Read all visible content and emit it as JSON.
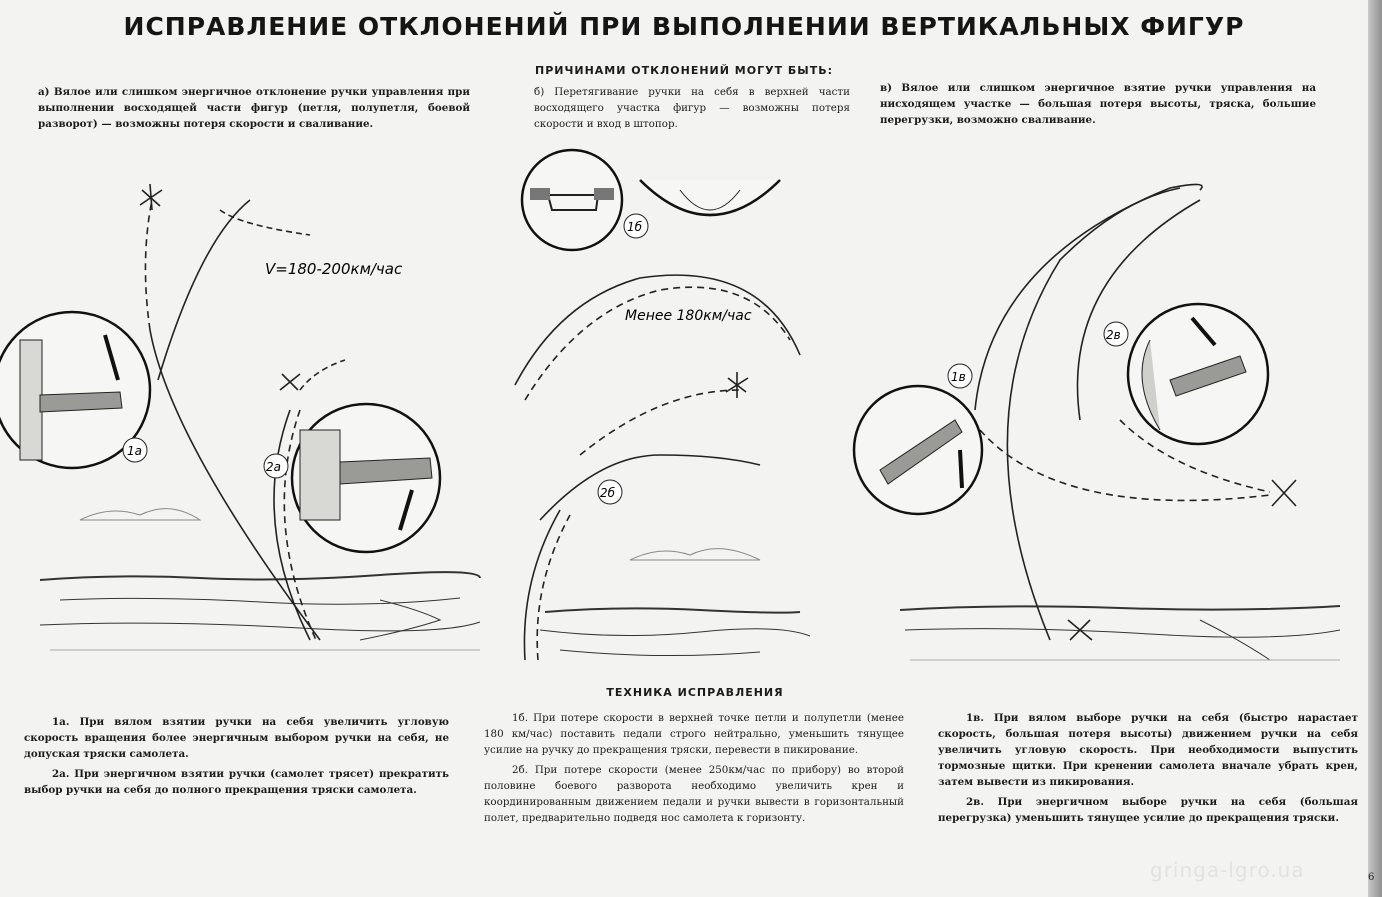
{
  "title": "ИСПРАВЛЕНИЕ ОТКЛОНЕНИЙ ПРИ ВЫПОЛНЕНИИ ВЕРТИКАЛЬНЫХ ФИГУР",
  "causes_heading": "ПРИЧИНАМИ ОТКЛОНЕНИЙ МОГУТ БЫТЬ:",
  "causes": {
    "a": "а) Вялое или слишком энергичное отклонение ручки управления при выполнении восходящей части фигур (петля, полупетля, боевой разворот) — возможны потеря скорости и сваливание.",
    "b": "б) Перетягивание ручки на себя в верхней части восходящего участка фигур — возможны потеря скорости и вход в штопор.",
    "c": "в) Вялое или слишком энергичное взятие ручки управления на нисходящем участке — большая потеря высоты, тряска, большие перегрузки, возможно сваливание."
  },
  "diagram_labels": {
    "speed_a": "V=180-200км/час",
    "speed_b": "Менее 180км/час",
    "m1a": "1а",
    "m2a": "2а",
    "m1b": "1б",
    "m2b": "2б",
    "m1v": "1в",
    "m2v": "2в"
  },
  "technique_heading": "ТЕХНИКА ИСПРАВЛЕНИЯ",
  "technique": {
    "t1a": "1а. При вялом взятии ручки на себя увеличить угловую скорость вращения более энергичным выбором ручки на себя, не допуская тряски самолета.",
    "t2a": "2а. При энергичном взятии ручки (самолет трясет) прекратить выбор ручки на себя до полного прекращения тряски самолета.",
    "t1b": "1б. При потере скорости в верхней точке петли и полупетли (менее 180 км/час) поставить педали строго нейтрально, уменьшить тянущее усилие на ручку до прекращения тряски, перевести в пикирование.",
    "t2b": "2б. При потере скорости (менее 250км/час по прибору) во второй половине боевого разворота необходимо увеличить крен и координированным движением педали и ручки вывести в горизонтальный полет, предварительно подведя нос самолета к горизонту.",
    "t1v": "1в. При вялом выборе ручки на себя (быстро нарастает скорость, большая потеря высоты) движением ручки на себя увеличить угловую скорость. При необходимости выпустить тормозные щитки. При кренении самолета вначале убрать крен, затем вывести из пикирования.",
    "t2v": "2в. При энергичном выборе ручки на себя (большая перегрузка) уменьшить тянущее усилие до прекращения тряски."
  },
  "watermark": "gringa-lgro.ua",
  "page_number": "6"
}
